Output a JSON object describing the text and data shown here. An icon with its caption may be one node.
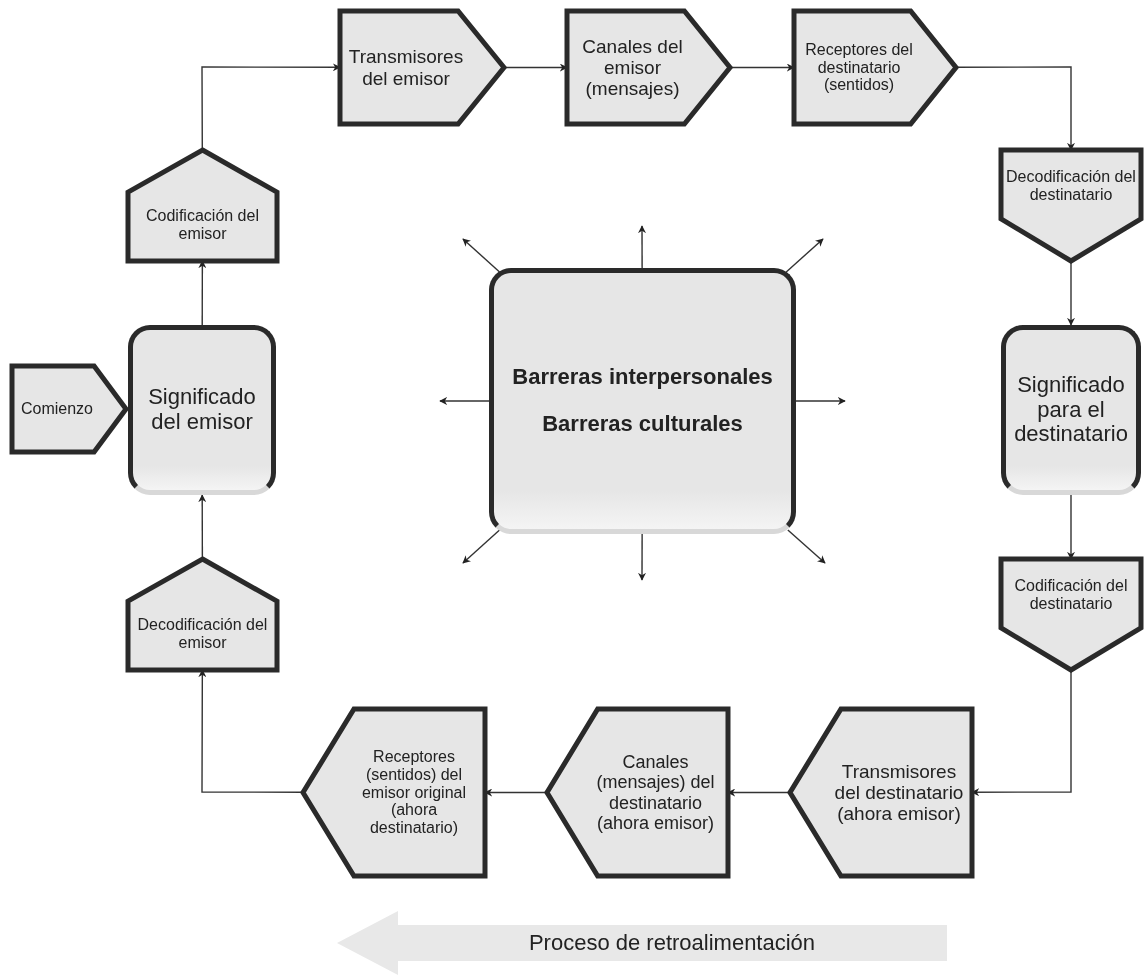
{
  "diagram": {
    "nodes": [
      {
        "text": [
          "Comienzo"
        ]
      },
      {
        "text": [
          "Significado del emisor"
        ]
      },
      {
        "text": [
          "Codificación del emisor"
        ]
      },
      {
        "text": [
          "Transmisores del emisor"
        ]
      },
      {
        "text": [
          "Canales del emisor (mensajes)"
        ]
      },
      {
        "text": [
          "Receptores del destinatario (sentidos)"
        ]
      },
      {
        "text": [
          "Decodificación del destinatario"
        ]
      },
      {
        "text": [
          "Significado para el destinatario"
        ]
      },
      {
        "text": [
          "Codificación del destinatario"
        ]
      },
      {
        "text": [
          "Transmisores del destinatario (ahora emisor)"
        ]
      },
      {
        "text": [
          "Canales (mensajes) del destinatario (ahora emisor)"
        ]
      },
      {
        "text": [
          "Receptores (sentidos) del emisor original (ahora destinatario)"
        ]
      },
      {
        "text": [
          "Decodificación del emisor"
        ]
      },
      {
        "text": [
          "Barreras interpersonales",
          "Barreras culturales"
        ]
      },
      {
        "text": [
          "Proceso de retroalimentación"
        ]
      }
    ],
    "edges": [
      {
        "from": 1,
        "to": 2,
        "arrow": "to"
      },
      {
        "from": 2,
        "to": 3,
        "arrow": "to"
      },
      {
        "from": 3,
        "to": 4,
        "arrow": "to"
      },
      {
        "from": 4,
        "to": 5,
        "arrow": "to"
      },
      {
        "from": 5,
        "to": 6,
        "arrow": "to"
      },
      {
        "from": 6,
        "to": 7,
        "arrow": "to"
      },
      {
        "from": 7,
        "to": 8,
        "arrow": "to"
      },
      {
        "from": 8,
        "to": 9,
        "arrow": "to"
      },
      {
        "from": 9,
        "to": 10,
        "arrow": "to"
      },
      {
        "from": 10,
        "to": 11,
        "arrow": "to"
      },
      {
        "from": 11,
        "to": 12,
        "arrow": "to"
      },
      {
        "from": 12,
        "to": 1,
        "arrow": "to"
      },
      {
        "from": 13,
        "to": null,
        "arrow": "to"
      },
      {
        "from": 13,
        "to": null,
        "arrow": "to"
      },
      {
        "from": 13,
        "to": null,
        "arrow": "to"
      },
      {
        "from": 13,
        "to": null,
        "arrow": "to"
      },
      {
        "from": 13,
        "to": null,
        "arrow": "to"
      },
      {
        "from": 13,
        "to": null,
        "arrow": "to"
      },
      {
        "from": 13,
        "to": null,
        "arrow": "to"
      },
      {
        "from": 13,
        "to": null,
        "arrow": "to"
      }
    ]
  }
}
